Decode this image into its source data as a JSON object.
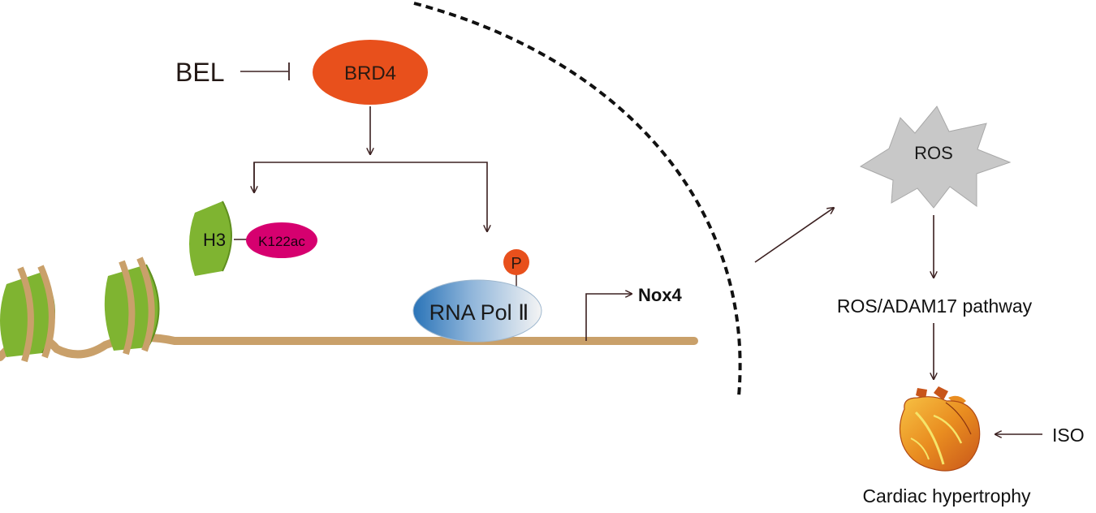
{
  "labels": {
    "bel": "BEL",
    "brd4": "BRD4",
    "h3": "H3",
    "k122ac": "K122ac",
    "phospho": "P",
    "rna_pol": "RNA Pol Ⅱ",
    "nox4": "Nox4",
    "ros": "ROS",
    "pathway": "ROS/ADAM17 pathway",
    "iso": "ISO",
    "outcome": "Cardiac hypertrophy"
  },
  "colors": {
    "brd4": "#e8501c",
    "k122ac": "#d6006f",
    "histone": "#7fb431",
    "dna": "#c9a06a",
    "ros_fill": "#c8c8c8",
    "arrow": "#3b2020",
    "rna_pol_dark": "#2a74b8",
    "rna_pol_light": "#f4f4f4"
  }
}
